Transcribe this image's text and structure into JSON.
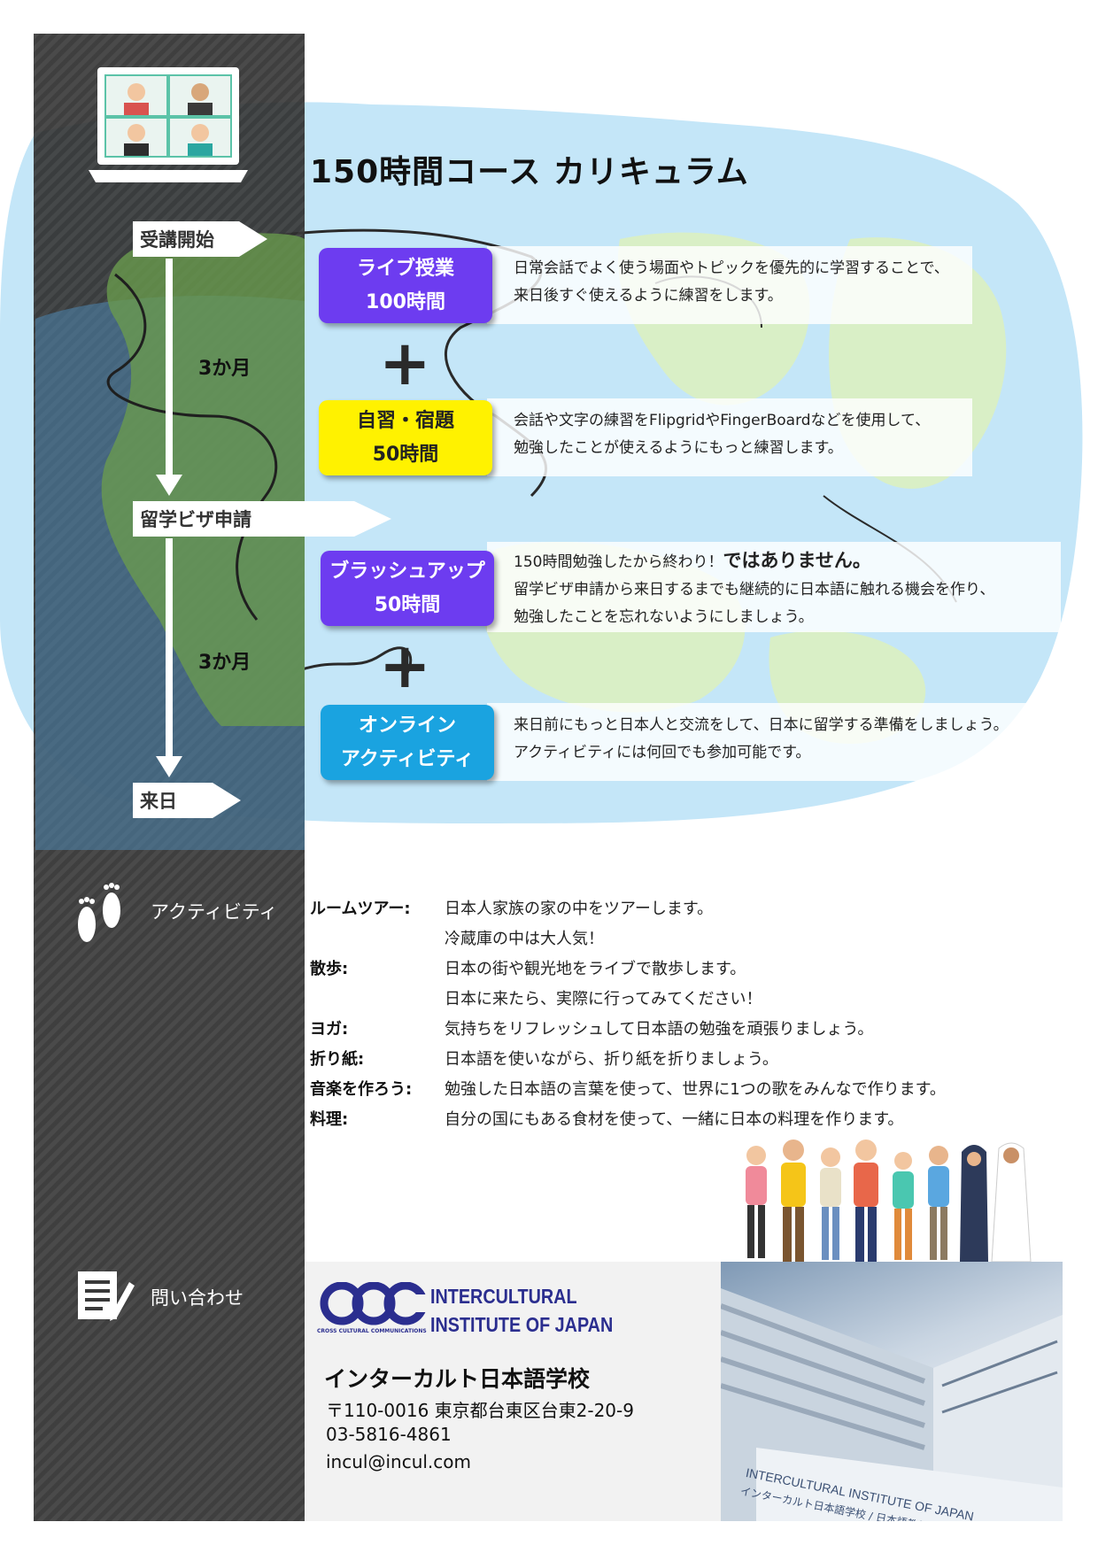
{
  "title": "150時間コース カリキュラム",
  "timeline": {
    "start": "受講開始",
    "visa": "留学ビザ申請",
    "arrival": "来日",
    "months_1": "3か月",
    "months_2": "3か月"
  },
  "courses": [
    {
      "line1": "ライブ授業",
      "line2": "100時間",
      "color": "#6d3cf0",
      "desc_lines": [
        "日常会話でよく使う場面やトピックを優先的に学習することで、",
        "来日後すぐ使えるように練習をします。"
      ]
    },
    {
      "line1": "自習・宿題",
      "line2": "50時間",
      "color": "#fff200",
      "desc_lines": [
        "会話や文字の練習をFlipgridやFingerBoardなどを使用して、",
        "勉強したことが使えるようにもっと練習します。"
      ]
    },
    {
      "line1": "ブラッシュアップ",
      "line2": "50時間",
      "color": "#6d3cf0",
      "desc_first_normal": "150時間勉強したから終わり！",
      "desc_first_bold": "ではありません。",
      "desc_lines": [
        "留学ビザ申請から来日するまでも継続的に日本語に触れる機会を作り、",
        "勉強したことを忘れないようにしましょう。"
      ]
    },
    {
      "line1": "オンライン",
      "line2": "アクティビティ",
      "color": "#1aa3e0",
      "desc_lines": [
        "来日前にもっと日本人と交流をして、日本に留学する準備をしましょう。",
        "アクティビティには何回でも参加可能です。"
      ]
    }
  ],
  "activities": {
    "label": "アクティビティ",
    "rows": [
      {
        "name": "ルームツアー:",
        "text": "日本人家族の家の中をツアーします。"
      },
      {
        "name": "",
        "text": "冷蔵庫の中は大人気！"
      },
      {
        "name": "散歩:",
        "text": "日本の街や観光地をライブで散歩します。"
      },
      {
        "name": "",
        "text": "日本に来たら、実際に行ってみてください！"
      },
      {
        "name": "ヨガ:",
        "text": "気持ちをリフレッシュして日本語の勉強を頑張りましょう。"
      },
      {
        "name": "折り紙:",
        "text": "日本語を使いながら、折り紙を折りましょう。"
      },
      {
        "name": "音楽を作ろう:",
        "text": "勉強した日本語の言葉を使って、世界に1つの歌をみんなで作ります。"
      },
      {
        "name": "料理:",
        "text": "自分の国にもある食材を使って、一緒に日本の料理を作ります。"
      }
    ]
  },
  "contact": {
    "label": "問い合わせ",
    "logo_line1": "INTERCULTURAL",
    "logo_line2": "INSTITUTE OF JAPAN",
    "logo_sub": "CROSS CULTURAL COMMUNICATIONS",
    "school": "インターカルト日本語学校",
    "address": "〒110-0016 東京都台東区台東2-20-9",
    "phone": "03-5816-4861",
    "email": "incul@incul.com"
  },
  "building_sign": {
    "line1": "INTERCULTURAL INSTITUTE OF JAPAN",
    "line2": "インターカルト日本語学校 / 日本語教員養成研究所"
  },
  "colors": {
    "purple": "#6d3cf0",
    "yellow": "#fff200",
    "cyan": "#1aa3e0",
    "sea": "#bfe3f7",
    "land": "#6a9b50",
    "land_light": "#d8efc4"
  }
}
